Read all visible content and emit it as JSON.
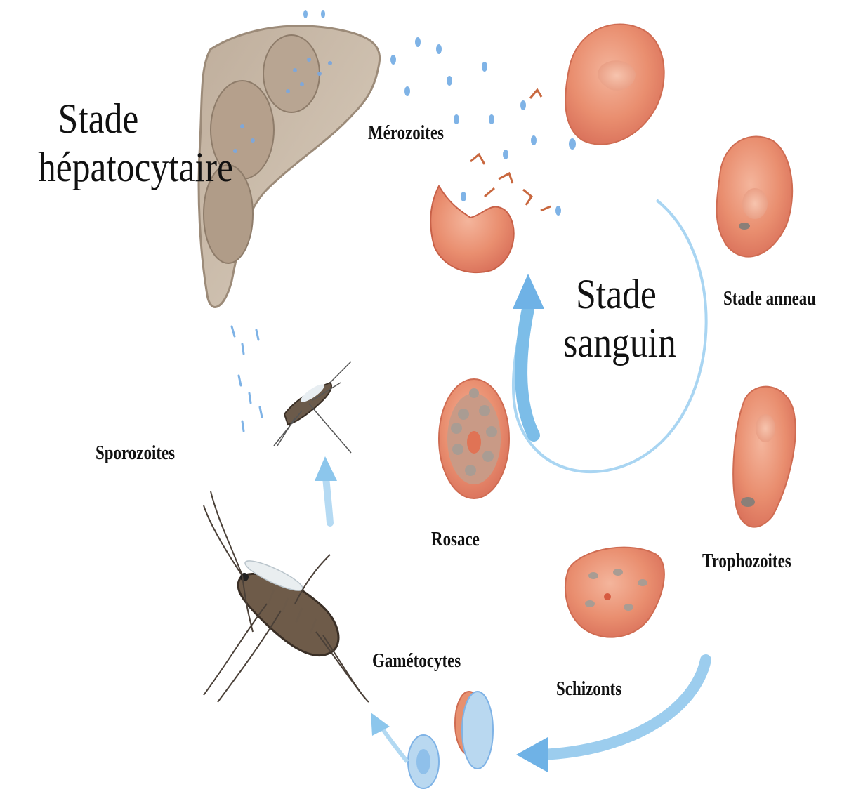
{
  "stages": {
    "hepatic": [
      "Stade",
      "hépatocytaire"
    ],
    "blood": [
      "Stade",
      "sanguin"
    ]
  },
  "labels": {
    "merozoites": "Mérozoites",
    "ring_stage": "Stade anneau",
    "sporozoites": "Sporozoites",
    "rosace": "Rosace",
    "trophozoites": "Trophozoites",
    "gametocytes": "Gamétocytes",
    "schizonts": "Schizonts"
  },
  "colors": {
    "cell": "#e88a6c",
    "cell_light": "#f6b79e",
    "liver": "#c9b7a3",
    "arrow": "#8cc6ec",
    "parasite": "#7fb3e6"
  }
}
